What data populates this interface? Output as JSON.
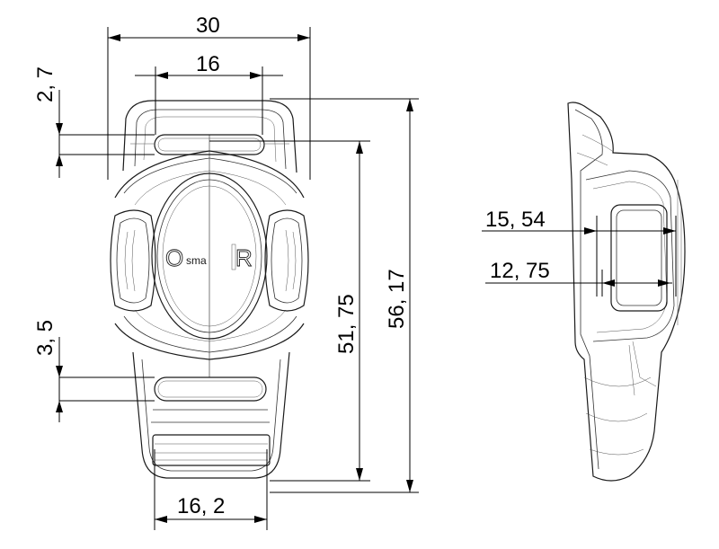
{
  "front_view": {
    "dimensions": {
      "overall_width": "30",
      "inner_width": "16",
      "bottom_width": "16, 2",
      "top_slot_offset": "2, 7",
      "lower_slot_offset": "3, 5",
      "inner_height": "51, 75",
      "overall_height": "56, 17"
    },
    "logo": {
      "initial": "O",
      "middle": "sma",
      "final": "R"
    }
  },
  "side_view": {
    "dimensions": {
      "outer_depth": "15, 54",
      "inner_depth": "12, 75"
    }
  }
}
